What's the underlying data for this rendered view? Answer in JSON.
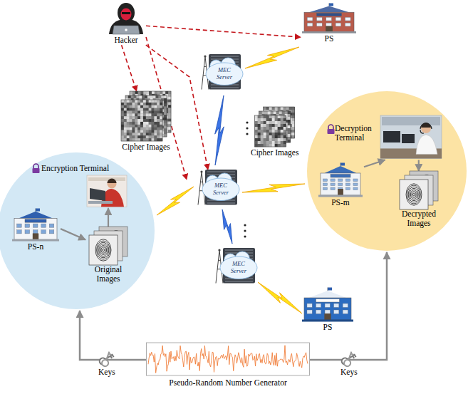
{
  "diagram": {
    "nodes": [
      {
        "text": [
          "Hacker"
        ]
      },
      {
        "text": [
          "PS"
        ]
      },
      {
        "text": [
          "MEC Server"
        ]
      },
      {
        "text": [
          "Cipher Images"
        ]
      },
      {
        "text": [
          "Cipher Images"
        ]
      },
      {
        "text": [
          "Encryption Terminal"
        ]
      },
      {
        "text": [
          "PS-n"
        ]
      },
      {
        "text": [
          "Original Images"
        ]
      },
      {
        "text": [
          "MEC Server"
        ]
      },
      {
        "text": [
          "Decryption Terminal"
        ]
      },
      {
        "text": [
          "PS-m"
        ]
      },
      {
        "text": [
          "Decrypted Images"
        ]
      },
      {
        "text": [
          "MEC Server"
        ]
      },
      {
        "text": [
          "PS"
        ]
      },
      {
        "text": [
          "Pseudo-Random Number Generator"
        ]
      }
    ],
    "edges": [
      {
        "from": 0,
        "to": 1,
        "arrow": "to"
      },
      {
        "from": 0,
        "to": 3,
        "arrow": "to"
      },
      {
        "from": 0,
        "to": 8,
        "arrow": "to"
      },
      {
        "from": 6,
        "to": 7,
        "arrow": "to"
      },
      {
        "from": 7,
        "to": 5,
        "arrow": "to"
      },
      {
        "from": 10,
        "to": 9,
        "arrow": "to"
      },
      {
        "from": 9,
        "to": 11,
        "arrow": "to"
      }
    ],
    "labels": [
      "Keys",
      "Keys"
    ]
  }
}
